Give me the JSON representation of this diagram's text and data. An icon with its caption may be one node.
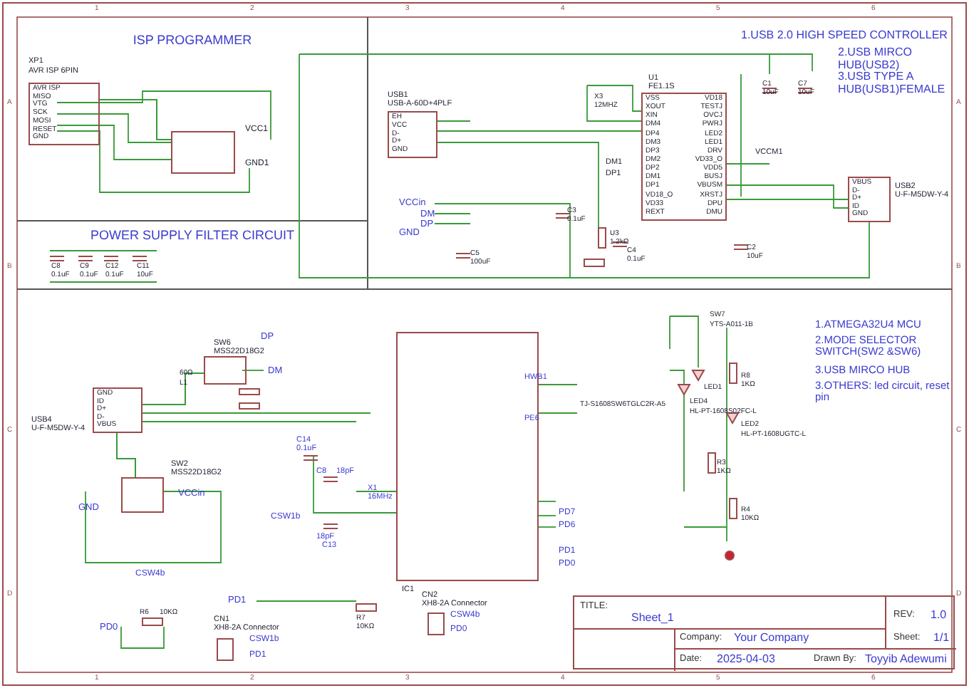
{
  "diagram": {
    "nodes": [
      {
        "text": [
          "ISP PROGRAMMER"
        ]
      },
      {
        "text": [
          "AVR ISP",
          "MISO",
          "VTG",
          "SCK",
          "MOSI",
          "RESET",
          "GND"
        ],
        "in": 0,
        "beside": [
          "XP1",
          "AVR ISP 6PIN"
        ]
      },
      {
        "text": [],
        "shape": "box",
        "in": 0
      },
      {
        "text": [
          "POWER SUPPLY FILTER CIRCUIT"
        ]
      },
      {
        "text": [
          "EH",
          "VCC",
          "D-",
          "D+",
          "GND"
        ],
        "beside": [
          "USB1",
          "USB-A-60D+4PLF"
        ]
      },
      {
        "text": [
          "VSS",
          "XOUT",
          "XIN",
          "DM4",
          "DP4",
          "DM3",
          "DP3",
          "DM2",
          "DP2",
          "DM1",
          "DP1",
          "VD18_O",
          "VD33",
          "REXT",
          "VD18",
          "TESTJ",
          "OVCJ",
          "PWRJ",
          "LED2",
          "LED1",
          "DRV",
          "VD33_O",
          "VDD5",
          "BUSJ",
          "VBUSM",
          "XRSTJ",
          "DPU",
          "DMU"
        ],
        "beside": [
          "U1",
          "FE1.1S"
        ]
      },
      {
        "text": [
          "VBUS",
          "D-",
          "D+",
          "ID",
          "GND"
        ],
        "beside": [
          "USB2",
          "U-F-M5DW-Y-4"
        ]
      },
      {
        "text": [
          "GND",
          "ID",
          "D+",
          "D-",
          "VBUS"
        ],
        "beside": [
          "USB4",
          "U-F-M5DW-Y-4"
        ]
      },
      {
        "text": [],
        "shape": "box",
        "beside": [
          "SW6",
          "MSS22D18G2"
        ]
      },
      {
        "text": [],
        "shape": "box",
        "beside": [
          "SW2",
          "MSS22D18G2"
        ]
      },
      {
        "text": [],
        "shape": "box",
        "beside": [
          "IC1"
        ]
      },
      {
        "text": [],
        "shape": "box",
        "beside": [
          "CN1",
          "XH8-2A Connector"
        ]
      },
      {
        "text": [],
        "shape": "box",
        "beside": [
          "CN2",
          "XH8-2A Connector"
        ]
      },
      {
        "text": [
          "TITLE:",
          "Sheet_1",
          "REV:",
          "1.0",
          "Company:",
          "Your Company",
          "Sheet:",
          "1/1",
          "Date:",
          "2025-04-03",
          "Drawn By:",
          "Toyyib Adewumi"
        ]
      }
    ],
    "edges": [
      {
        "from": 1,
        "to": 2,
        "arrow": "none"
      },
      {
        "from": 4,
        "to": 5,
        "arrow": "none"
      },
      {
        "from": 5,
        "to": 6,
        "arrow": "none"
      },
      {
        "from": 7,
        "to": 8,
        "arrow": "none"
      },
      {
        "from": 7,
        "to": 9,
        "arrow": "none"
      }
    ],
    "labels": [
      "1",
      "2",
      "3",
      "4",
      "5",
      "6",
      "A",
      "B",
      "C",
      "D",
      "A",
      "B",
      "C",
      "D",
      "1",
      "2",
      "3",
      "4",
      "5",
      "6",
      "1.USB 2.0 HIGH SPEED CONTROLLER",
      "2.USB MIRCO HUB(USB2)",
      "3.USB TYPE A HUB(USB1)FEMALE",
      "X3",
      "12MHZ",
      "C1",
      "10uF",
      "C7",
      "10uF",
      "VCCM1",
      "DM1",
      "DP1",
      "VCCin",
      "DM",
      "DP",
      "GND",
      "C3",
      "0.1uF",
      "U3",
      "1.2kΩ",
      "C4",
      "0.1uF",
      "C2",
      "10uF",
      "C5",
      "100uF",
      "VCC1",
      "GND1",
      "C8",
      "0.1uF",
      "C9",
      "0.1uF",
      "C12",
      "0.1uF",
      "C11",
      "10uF",
      "60Ω",
      "L1",
      "DP",
      "DM",
      "GND",
      "VCCin",
      "CSW4b",
      "CSW1b",
      "PD1",
      "PD0",
      "R6",
      "10KΩ",
      "R7",
      "10KΩ",
      "C14",
      "0.1uF",
      "C8",
      "18pF",
      "X1",
      "16MHz",
      "18pF",
      "C13",
      "HWB1",
      "PE6",
      "TJ-S1608SW6TGLC2R-A5",
      "PD7",
      "PD6",
      "PD1",
      "PD0",
      "SW7",
      "YTS-A011-1B",
      "R8",
      "1KΩ",
      "LED1",
      "LED4",
      "HL-PT-1608S02FC-L",
      "LED2",
      "HL-PT-1608UGTC-L",
      "R3",
      "1KΩ",
      "R4",
      "10KΩ",
      "1.ATMEGA32U4 MCU",
      "2.MODE SELECTOR SWITCH(SW2 &SW6)",
      "3.USB MIRCO HUB",
      "3.OTHERS: led circuit, reset pin",
      "CSW1b",
      "PD1",
      "CSW4b",
      "PD0"
    ]
  }
}
